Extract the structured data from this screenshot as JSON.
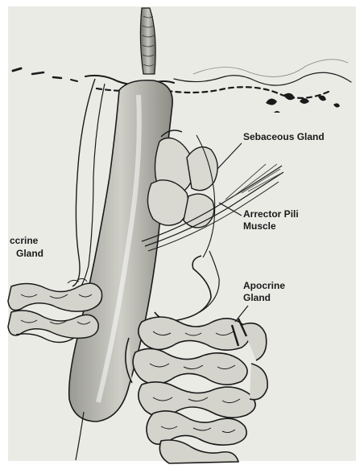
{
  "labels": {
    "sebaceous_gland": "Sebaceous Gland",
    "arrector_pili_line1": "Arrector Pili",
    "arrector_pili_line2": "Muscle",
    "apocrine_line1": "Apocrine",
    "apocrine_line2": "Gland",
    "eccrine_line1": "ccrine",
    "eccrine_line2": "Gland"
  },
  "colors": {
    "paper": "#ebebe6",
    "ink": "#1a1a1a",
    "shade": "#b9b9b2",
    "hair": "#8f8f88"
  }
}
